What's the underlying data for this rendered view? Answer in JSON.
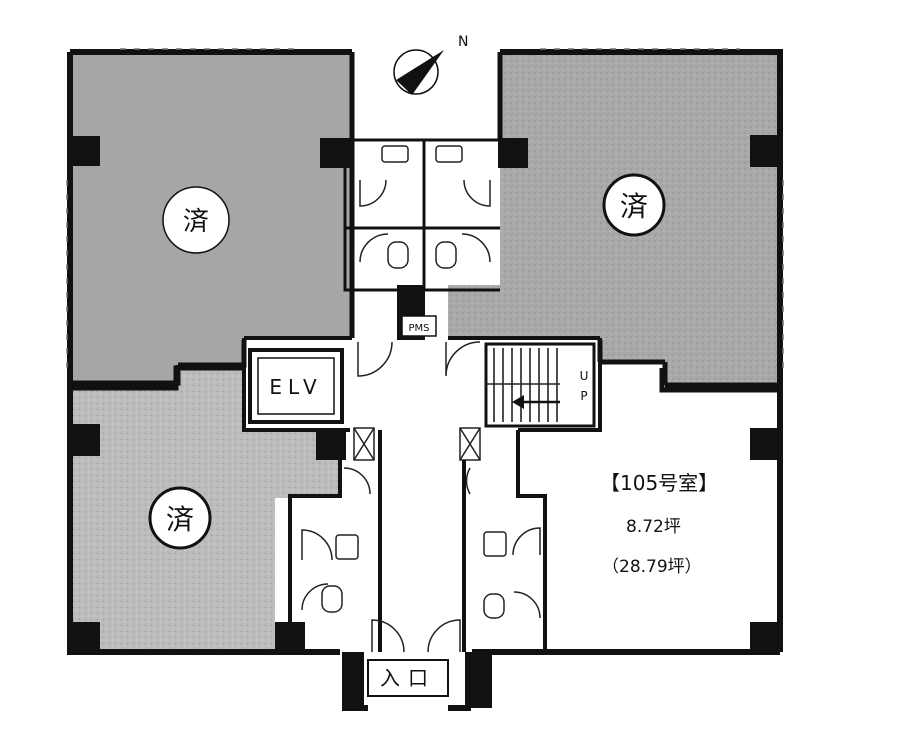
{
  "compass": {
    "north_label": "N"
  },
  "rooms": {
    "top_left": {
      "status": "済"
    },
    "top_right": {
      "status": "済"
    },
    "bottom_left": {
      "status": "済"
    },
    "room_105": {
      "name": "【105号室】",
      "area": "8.72坪",
      "area_total": "（28.79坪）"
    }
  },
  "core": {
    "elevator": "ELV",
    "pipe_shaft": "PMS",
    "stairs_up": [
      "U",
      "P"
    ],
    "entrance": "入口"
  },
  "colors": {
    "wall": "#111111",
    "occupied_fill": "#a6a6a6",
    "occupied_fill_light": "#bdbdbd",
    "vacant_fill": "#ffffff"
  }
}
